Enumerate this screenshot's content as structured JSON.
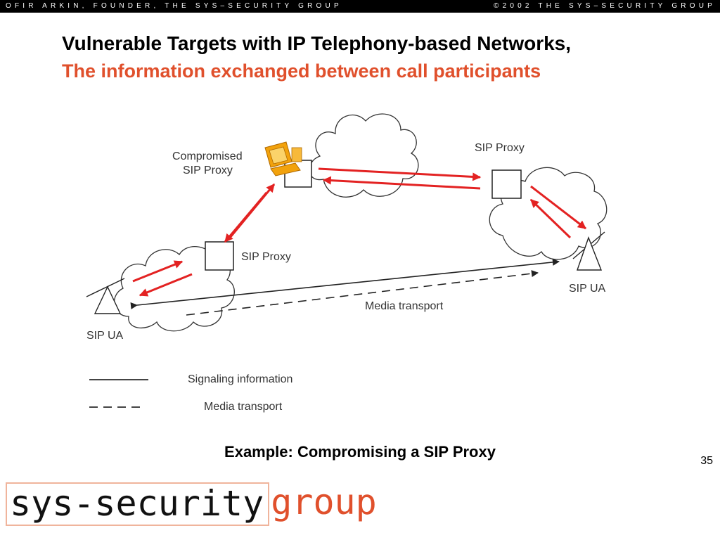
{
  "header": {
    "left_text": "OFIR ARKIN, FOUNDER, THE SYS–SECURITY GROUP",
    "right_text": "©2002   THE SYS–SECURITY GROUP"
  },
  "slide": {
    "title_line1": "Vulnerable Targets with IP Telephony-based Networks,",
    "title_line2": "The information exchanged between call participants",
    "caption": "Example: Compromising a SIP Proxy",
    "page_number": "35"
  },
  "diagram": {
    "compromised_label_line1": "Compromised",
    "compromised_label_line2": "SIP Proxy",
    "sip_proxy_right": "SIP Proxy",
    "sip_proxy_left": "SIP Proxy",
    "sip_ua_right": "SIP UA",
    "sip_ua_left": "SIP UA",
    "media_transport_label": "Media transport",
    "legend_signaling": "Signaling information",
    "legend_media": "Media transport",
    "colors": {
      "signal_arrow": "#e32222",
      "line": "#222222",
      "computer": "#f2a20c"
    }
  },
  "logo": {
    "main": "sys-security",
    "suffix": "group",
    "colors": {
      "main": "#111111",
      "suffix": "#e0502c",
      "border": "#f0b49c"
    }
  }
}
